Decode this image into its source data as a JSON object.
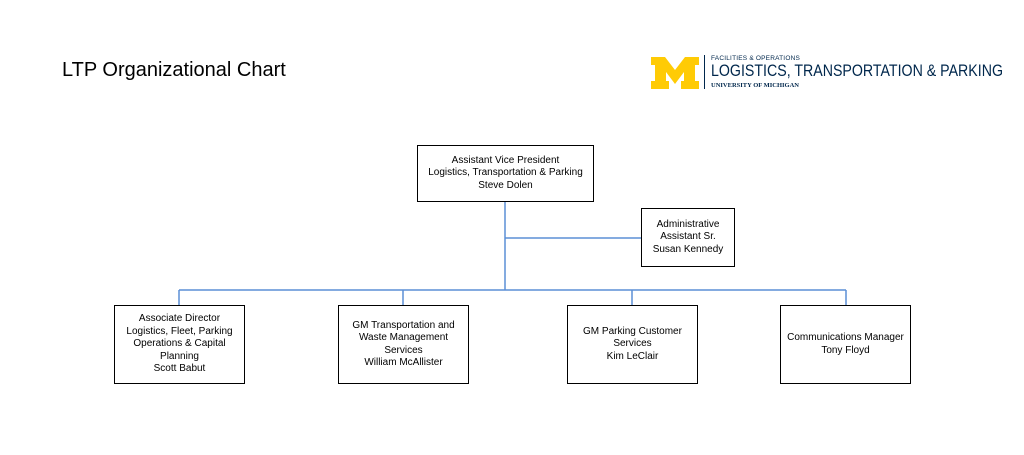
{
  "title": "LTP Organizational Chart",
  "logo": {
    "small_text": "FACILITIES & OPERATIONS",
    "main_text": "LOGISTICS, TRANSPORTATION & PARKING",
    "university_text": "UNIVERSITY OF MICHIGAN",
    "colors": {
      "maize": "#ffcb05",
      "blue": "#00274c"
    }
  },
  "connector_color": "#5b8fd6",
  "org": {
    "top": {
      "lines": [
        "Assistant Vice President",
        "Logistics, Transportation & Parking"
      ],
      "name": "Steve Dolen"
    },
    "assistant": {
      "lines": [
        "Administrative",
        "Assistant Sr."
      ],
      "name": "Susan Kennedy"
    },
    "reports": [
      {
        "lines": [
          "Associate Director",
          "Logistics, Fleet, Parking",
          "Operations & Capital",
          "Planning"
        ],
        "name": "Scott Babut"
      },
      {
        "lines": [
          "GM Transportation and",
          "Waste Management",
          "Services"
        ],
        "name": "William McAllister"
      },
      {
        "lines": [
          "GM Parking Customer",
          "Services"
        ],
        "name": "Kim LeClair"
      },
      {
        "lines": [
          "Communications Manager"
        ],
        "name": "Tony Floyd"
      }
    ]
  }
}
